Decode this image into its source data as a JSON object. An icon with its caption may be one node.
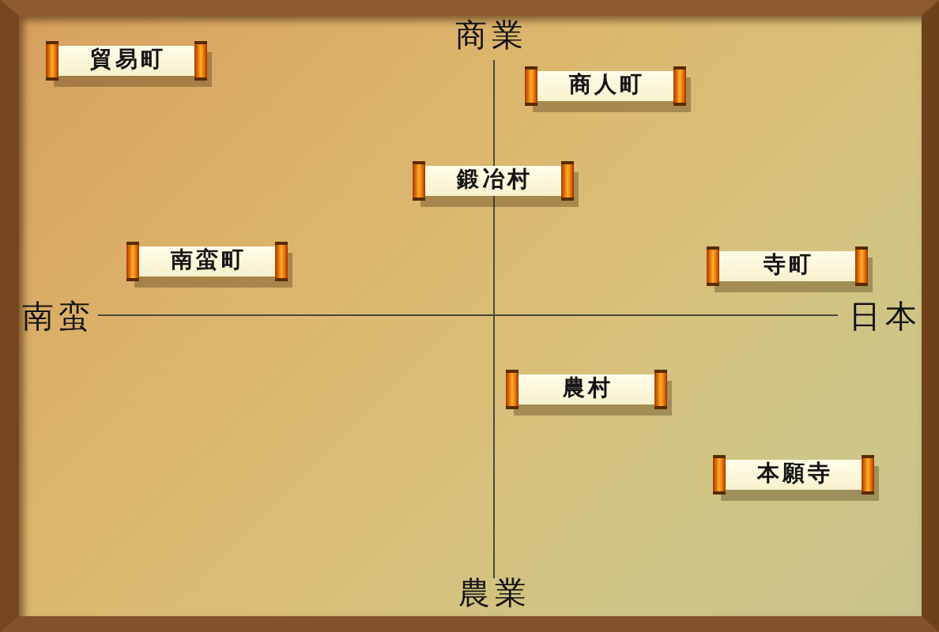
{
  "diagram": {
    "nodes": [
      {
        "text": [
          "貿易町"
        ]
      },
      {
        "text": [
          "商人町"
        ]
      },
      {
        "text": [
          "鍛冶村"
        ]
      },
      {
        "text": [
          "南蛮町"
        ]
      },
      {
        "text": [
          "寺町"
        ]
      },
      {
        "text": [
          "農村"
        ]
      },
      {
        "text": [
          "本願寺"
        ]
      }
    ],
    "labels": [
      "商業",
      "南蛮",
      "日本",
      "農業"
    ]
  }
}
